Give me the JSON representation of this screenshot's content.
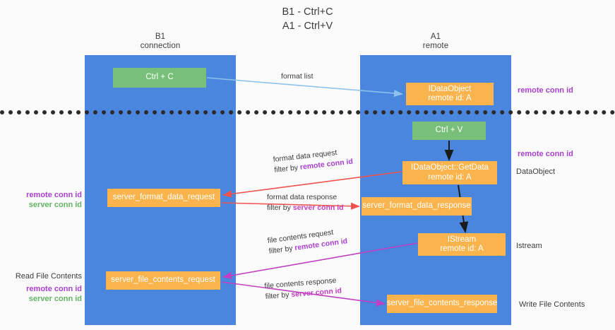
{
  "title": {
    "line1": "B1 - Ctrl+C",
    "line2": "A1 - Ctrl+V"
  },
  "columns": [
    {
      "name": "B1",
      "role": "connection"
    },
    {
      "name": "A1",
      "role": "remote"
    }
  ],
  "colors": {
    "lane": "#4a86dd",
    "node_green": "#78c07a",
    "node_orange": "#fab44d",
    "remote_conn_id": "#a93fcf",
    "server_conn_id": "#63b463",
    "arrow_format_list": "#8ec2ea",
    "arrow_format_data": "#ef5350",
    "arrow_file_contents": "#c13fc1",
    "arrow_black": "#1a1a1a",
    "divider": "#2b2b2b",
    "text": "#3c3c3c"
  },
  "nodes": {
    "ctrl_c": {
      "label": "Ctrl + C"
    },
    "idataobject": {
      "line1": "IDataObject",
      "line2": "remote id: A"
    },
    "ctrl_v": {
      "label": "Ctrl + V"
    },
    "getdata": {
      "line1": "IDataObject::GetData",
      "line2": "remote id: A"
    },
    "server_format_data_request": {
      "label": "server_format_data_request"
    },
    "server_format_data_response": {
      "label": "server_format_data_response"
    },
    "istream": {
      "line1": "IStream",
      "line2": "remote id: A"
    },
    "server_file_contents_request": {
      "label": "server_file_contents_request"
    },
    "server_file_contents_response": {
      "label": "server_file_contents_response"
    }
  },
  "edge_labels": {
    "format_list": "format list",
    "format_data_request": {
      "line1": "format data request",
      "filter_prefix": "filter by ",
      "filter_key": "remote conn id"
    },
    "format_data_response": {
      "line1": "format data response",
      "filter_prefix": "filter by ",
      "filter_key": "server conn id"
    },
    "file_contents_request": {
      "line1": "file contents request",
      "filter_prefix": "filter by ",
      "filter_key": "remote conn id"
    },
    "file_contents_response": {
      "line1": "file contents response",
      "filter_prefix": "filter by ",
      "filter_key": "server conn id"
    }
  },
  "annotations": {
    "remote_conn_id_top": "remote conn id",
    "remote_conn_id_mid": "remote conn id",
    "dataobject": "DataObject",
    "istream": "Istream",
    "write_file_contents": "Write File Contents",
    "read_file_contents": "Read File Contents",
    "left_remote_conn_id_1": "remote conn id",
    "left_server_conn_id_1": "server conn id",
    "left_remote_conn_id_2": "remote conn id",
    "left_server_conn_id_2": "server conn id"
  }
}
